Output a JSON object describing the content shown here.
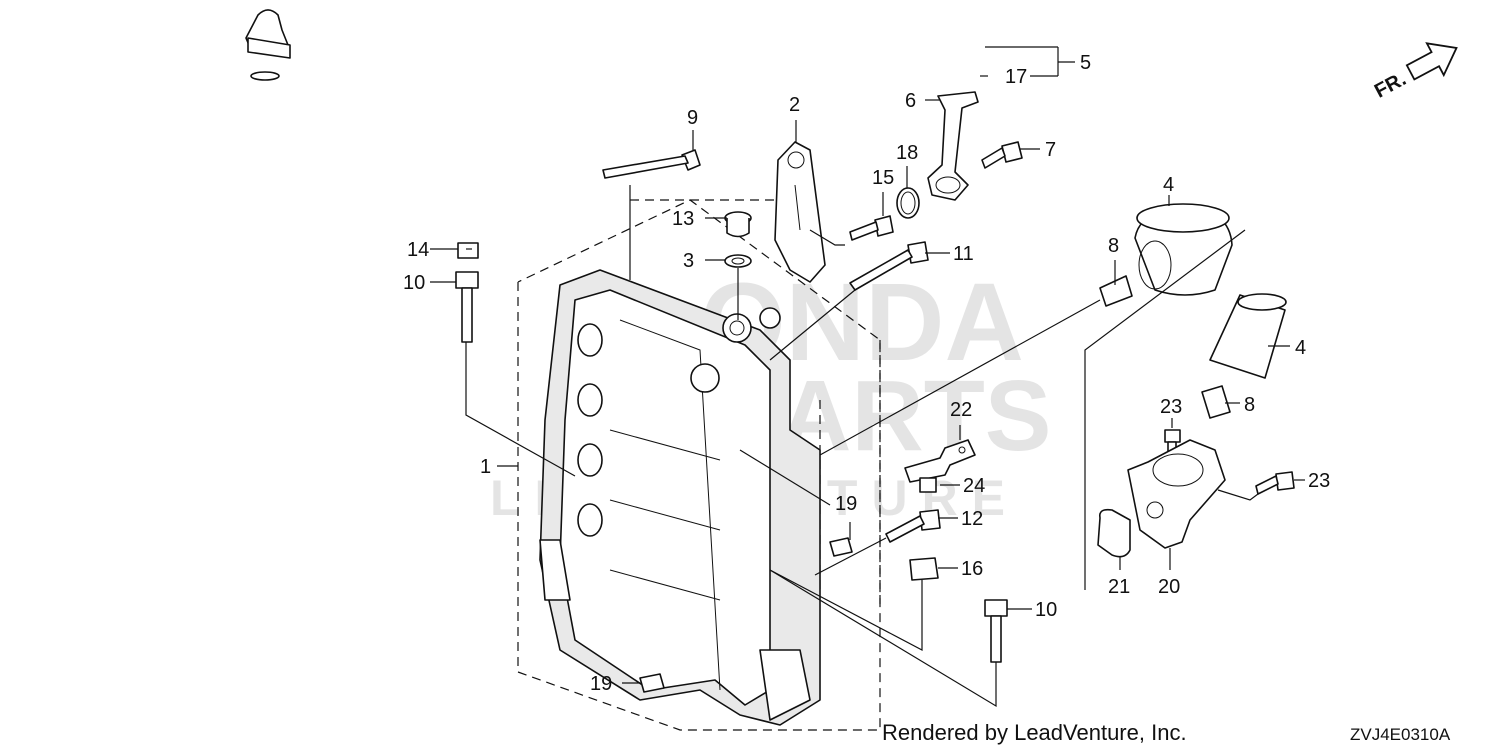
{
  "callouts": [
    {
      "id": "c1",
      "text": "1"
    },
    {
      "id": "c2",
      "text": "2"
    },
    {
      "id": "c3",
      "text": "3"
    },
    {
      "id": "c4a",
      "text": "4"
    },
    {
      "id": "c4b",
      "text": "4"
    },
    {
      "id": "c5",
      "text": "5"
    },
    {
      "id": "c6",
      "text": "6"
    },
    {
      "id": "c7",
      "text": "7"
    },
    {
      "id": "c8a",
      "text": "8"
    },
    {
      "id": "c8b",
      "text": "8"
    },
    {
      "id": "c9",
      "text": "9"
    },
    {
      "id": "c10a",
      "text": "10"
    },
    {
      "id": "c10b",
      "text": "10"
    },
    {
      "id": "c11",
      "text": "11"
    },
    {
      "id": "c12",
      "text": "12"
    },
    {
      "id": "c13",
      "text": "13"
    },
    {
      "id": "c14",
      "text": "14"
    },
    {
      "id": "c15",
      "text": "15"
    },
    {
      "id": "c16",
      "text": "16"
    },
    {
      "id": "c17",
      "text": "17"
    },
    {
      "id": "c18",
      "text": "18"
    },
    {
      "id": "c19a",
      "text": "19"
    },
    {
      "id": "c19b",
      "text": "19"
    },
    {
      "id": "c20",
      "text": "20"
    },
    {
      "id": "c21",
      "text": "21"
    },
    {
      "id": "c22",
      "text": "22"
    },
    {
      "id": "c23a",
      "text": "23"
    },
    {
      "id": "c23b",
      "text": "23"
    },
    {
      "id": "c24",
      "text": "24"
    }
  ],
  "direction_label": "FR.",
  "credit": "Rendered by LeadVenture, Inc.",
  "diagram_code": "ZVJ4E0310A",
  "watermark": {
    "top": "ONDA",
    "middle": "PARTS",
    "bottom": "LEADVENTURE"
  }
}
